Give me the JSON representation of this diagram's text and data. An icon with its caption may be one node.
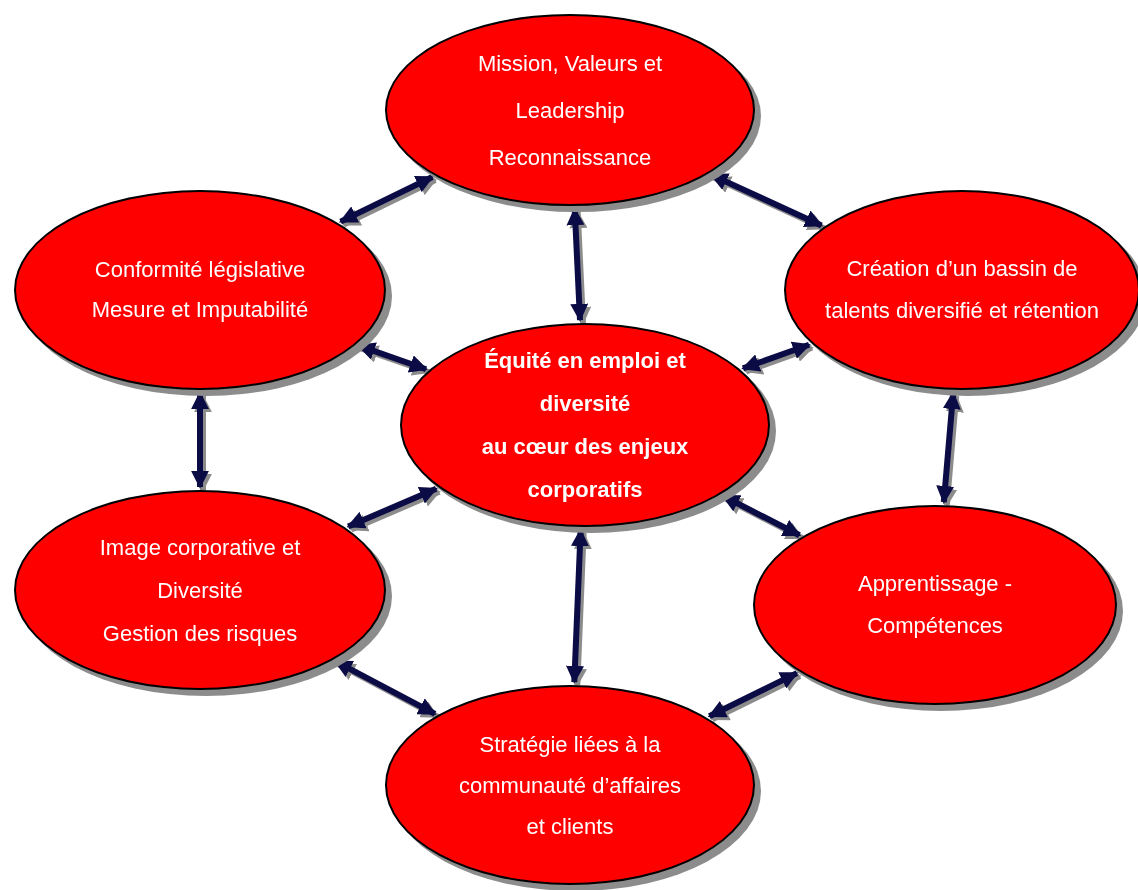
{
  "diagram": {
    "nodes": [
      {
        "text": [
          "Mission, Valeurs et Leadership",
          "Reconnaissance"
        ]
      },
      {
        "text": [
          "Conformité législative",
          "Mesure et Imputabilité"
        ]
      },
      {
        "text": [
          "Création d’un bassin de talents diversifié et rétention"
        ]
      },
      {
        "text": [
          "Équité en emploi et diversité",
          "au cœur des enjeux corporatifs"
        ]
      },
      {
        "text": [
          "Image corporative et Diversité",
          "Gestion des risques"
        ]
      },
      {
        "text": [
          "Apprentissage - Compétences"
        ]
      },
      {
        "text": [
          "Stratégie liées à la communauté d’affaires et clients"
        ]
      }
    ],
    "edges": [
      {
        "from": 1,
        "to": 0,
        "arrow": "both"
      },
      {
        "from": 0,
        "to": 2,
        "arrow": "both"
      },
      {
        "from": 0,
        "to": 3,
        "arrow": "both"
      },
      {
        "from": 1,
        "to": 3,
        "arrow": "both"
      },
      {
        "from": 2,
        "to": 3,
        "arrow": "both"
      },
      {
        "from": 1,
        "to": 4,
        "arrow": "both"
      },
      {
        "from": 2,
        "to": 5,
        "arrow": "both"
      },
      {
        "from": 3,
        "to": 4,
        "arrow": "both"
      },
      {
        "from": 3,
        "to": 5,
        "arrow": "both"
      },
      {
        "from": 3,
        "to": 6,
        "arrow": "both"
      },
      {
        "from": 4,
        "to": 6,
        "arrow": "both"
      },
      {
        "from": 5,
        "to": 6,
        "arrow": "both"
      }
    ]
  }
}
